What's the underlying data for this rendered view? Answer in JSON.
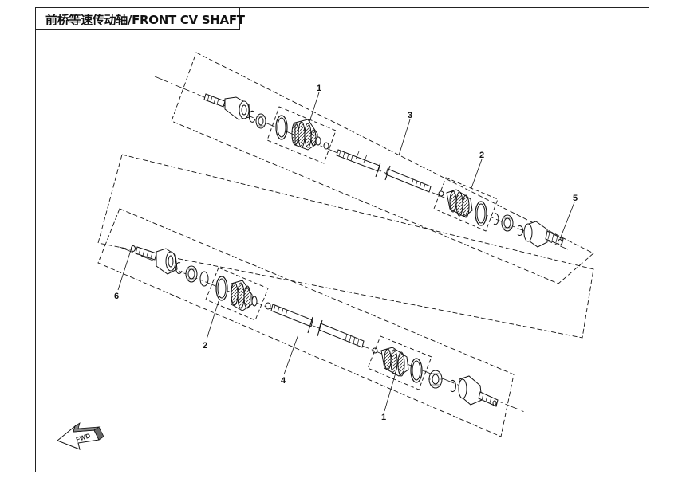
{
  "title": "前桥等速传动轴/FRONT CV SHAFT",
  "callouts": {
    "c1_top": "1",
    "c2_top": "2",
    "c3": "3",
    "c5": "5",
    "c6": "6",
    "c2_bottom": "2",
    "c4": "4",
    "c1_bottom": "1"
  },
  "fwd_label": "FWD"
}
